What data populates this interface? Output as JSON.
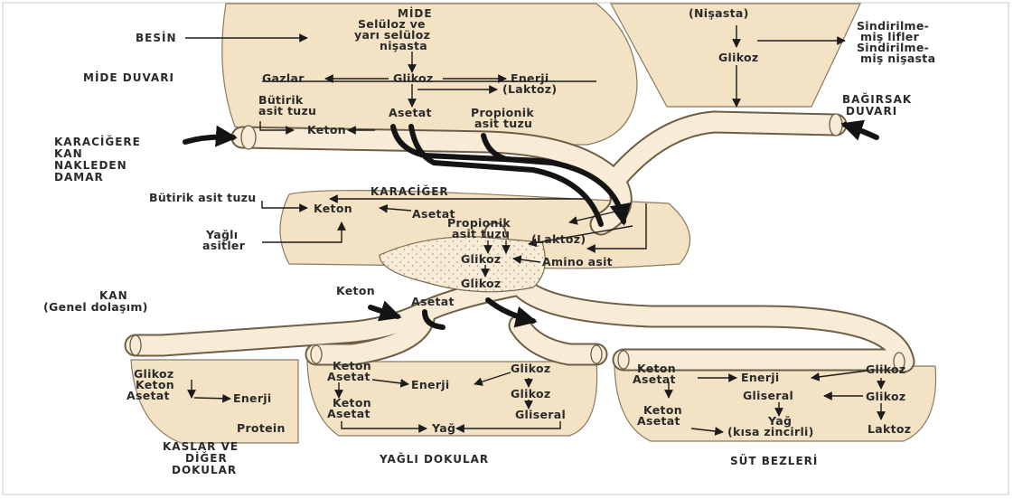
{
  "labels": {
    "mide": "MİDE",
    "nisasta_top": "(Nişasta)",
    "besin": "BESİN",
    "selluloz": "Selüloz ve",
    "yari_selluloz": "yarı selüloz",
    "nisasta_mid": "nişasta",
    "sindirilmemis_lifler_1": "Sindirilme-",
    "sindirilmemis_lifler_2": "miş lifler",
    "sindirilmemis_nisasta_1": "Sindirilme-",
    "sindirilmemis_nisasta_2": "miş nişasta",
    "glikoz_bagirsak": "Glikoz",
    "mide_duvari": "MİDE DUVARI",
    "gazlar": "Gazlar",
    "glikoz_mide": "Glikoz",
    "enerji_mide": "Enerji",
    "laktoz_mide": "(Laktoz)",
    "butirik_1": "Bütirik",
    "butirik_2": "asit tuzu",
    "asetat_mide": "Asetat",
    "propionik_1": "Propionik",
    "propionik_2": "asit tuzu",
    "keton_mide": "Keton",
    "bagirsak_1": "BAĞIRSAK",
    "bagirsak_2": "DUVARI",
    "karacigere_1": "KARACİĞERE",
    "karacigere_2": "KAN",
    "karacigere_3": "NAKLEDEN",
    "karacigere_4": "DAMAR",
    "karaciger": "KARACİĞER",
    "butirik_karaciger": "Bütirik asit tuzu",
    "keton_karaciger": "Keton",
    "asetat_karaciger": "Asetat",
    "propionik_k1": "Propionik",
    "propionik_k2": "asit tuzu",
    "laktoz_karaciger": "(Laktoz)",
    "yagli_1": "Yağlı",
    "yagli_2": "asitler",
    "glikoz_k1": "Glikoz",
    "amino_asit": "Amino asit",
    "glikoz_k2": "Glikoz",
    "keton_kan": "Keton",
    "asetat_kan": "Asetat",
    "kan_1": "KAN",
    "kan_2": "(Genel dolaşım)",
    "kas_glikoz": "Glikoz",
    "kas_keton": "Keton",
    "kas_asetat": "Asetat",
    "kas_enerji": "Enerji",
    "kas_protein": "Protein",
    "kaslar_1": "KASLAR VE",
    "kaslar_2": "DİĞER",
    "kaslar_3": "DOKULAR",
    "yd_keton1": "Keton",
    "yd_asetat1": "Asetat",
    "yd_enerji": "Enerji",
    "yd_glikoz1": "Glikoz",
    "yd_keton2": "Keton",
    "yd_asetat2": "Asetat",
    "yd_glikoz2": "Glikoz",
    "yd_gliseral": "Gliseral",
    "yd_yag": "Yağ",
    "yagli_dokular": "YAĞLI DOKULAR",
    "sb_keton1": "Keton",
    "sb_asetat1": "Asetat",
    "sb_enerji": "Enerji",
    "sb_glikoz1": "Glikoz",
    "sb_gliseral": "Gliseral",
    "sb_glikoz2": "Glikoz",
    "sb_keton2": "Keton",
    "sb_asetat2": "Asetat",
    "sb_yag": "Yağ",
    "sb_kisa": "(kısa zincirli)",
    "sb_laktoz": "Laktoz",
    "sut_bezleri": "SÜT BEZLERİ"
  }
}
